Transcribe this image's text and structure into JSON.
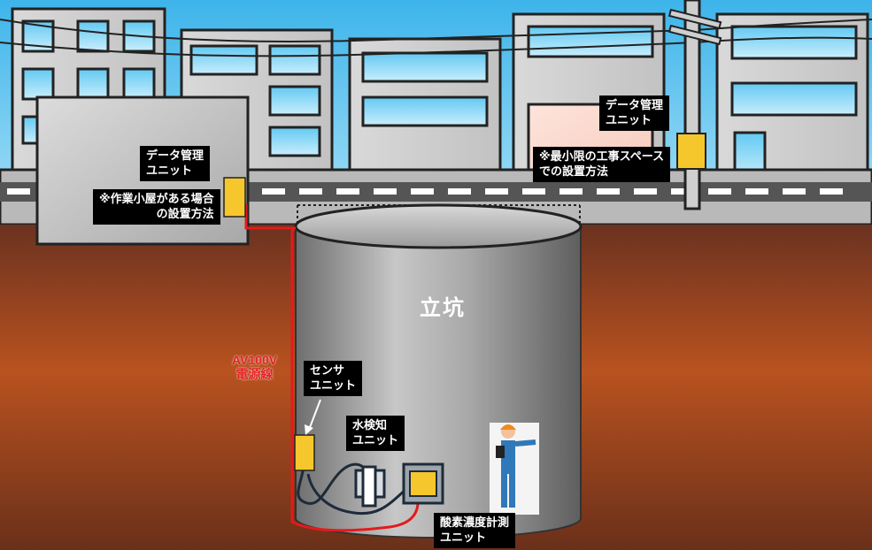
{
  "labels": {
    "data_unit_hut": "データ管理\nユニット",
    "hut_method": "※作業小屋がある場合\nの設置方法",
    "data_unit_pole": "データ管理\nユニット",
    "min_space_method": "※最小限の工事スペース\nでの設置方法",
    "shaft": "立坑",
    "power_line": "AV100V\n電源線",
    "sensor_unit": "センサ\nユニット",
    "water_unit": "水検知\nユニット",
    "oxygen_unit": "酸素濃度計測\nユニット"
  },
  "colors": {
    "sky": "#5cc4ee",
    "ground_top": "#9a4a2c",
    "ground_bottom": "#5a2b18",
    "unit_yellow": "#f6c72d",
    "cable_red": "#e31b1b",
    "label_bg": "#000000"
  }
}
